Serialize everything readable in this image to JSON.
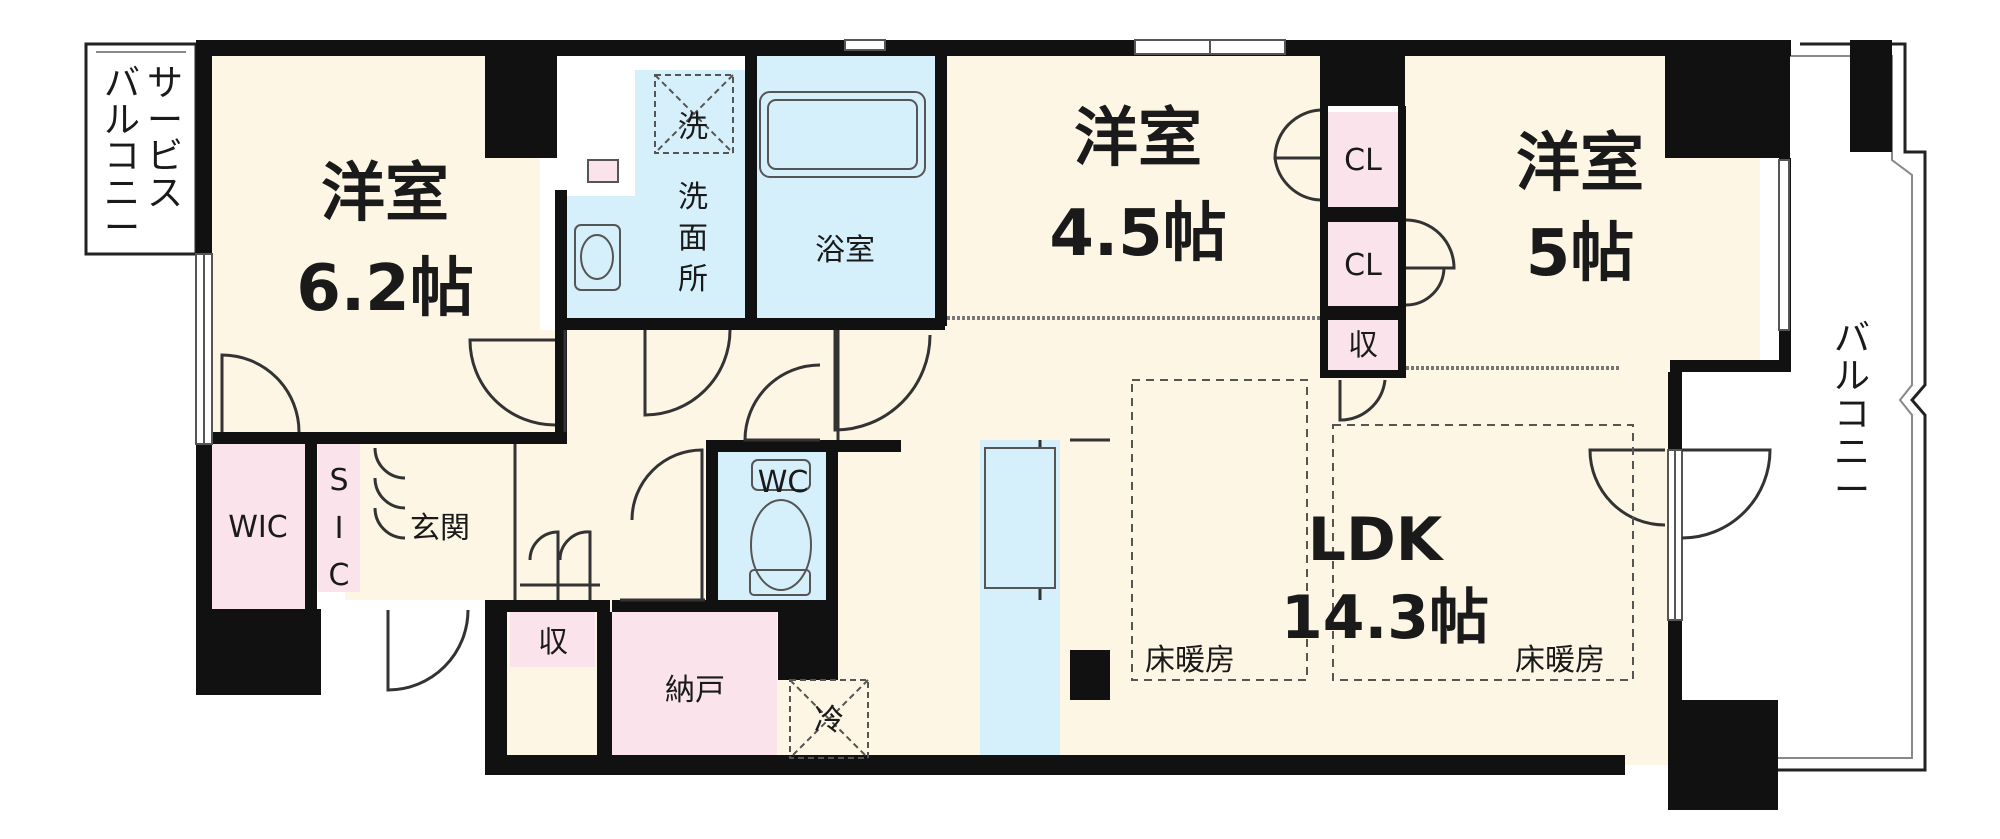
{
  "floorplan": {
    "rooms": {
      "western_a": {
        "name": "洋室",
        "size": "6.2帖"
      },
      "western_b": {
        "name": "洋室",
        "size": "4.5帖"
      },
      "western_c": {
        "name": "洋室",
        "size": "5帖"
      },
      "ldk": {
        "name": "LDK",
        "size": "14.3帖"
      },
      "wic": "WIC",
      "sic": [
        "S",
        "I",
        "C"
      ],
      "entrance": "玄関",
      "washroom": [
        "洗",
        "面",
        "所"
      ],
      "washer": "洗",
      "bath": "浴室",
      "wc": "WC",
      "storage_hall": "収",
      "storage_ldk": "収",
      "closet_upper": "CL",
      "closet_lower": "CL",
      "nando": "納戸",
      "fridge": "冷",
      "floor_heating_left": "床暖房",
      "floor_heating_right": "床暖房",
      "service_balcony": [
        "サ",
        "ー",
        "ビ",
        "ス",
        "バ",
        "ル",
        "コ",
        "ニ",
        "ー"
      ],
      "balcony": [
        "バ",
        "ル",
        "コ",
        "ニ",
        "ー"
      ]
    },
    "colors": {
      "floor": "#fdf6e4",
      "wet_area": "#d6f0fb",
      "storage": "#fbe3ec",
      "wall": "#111111"
    }
  }
}
